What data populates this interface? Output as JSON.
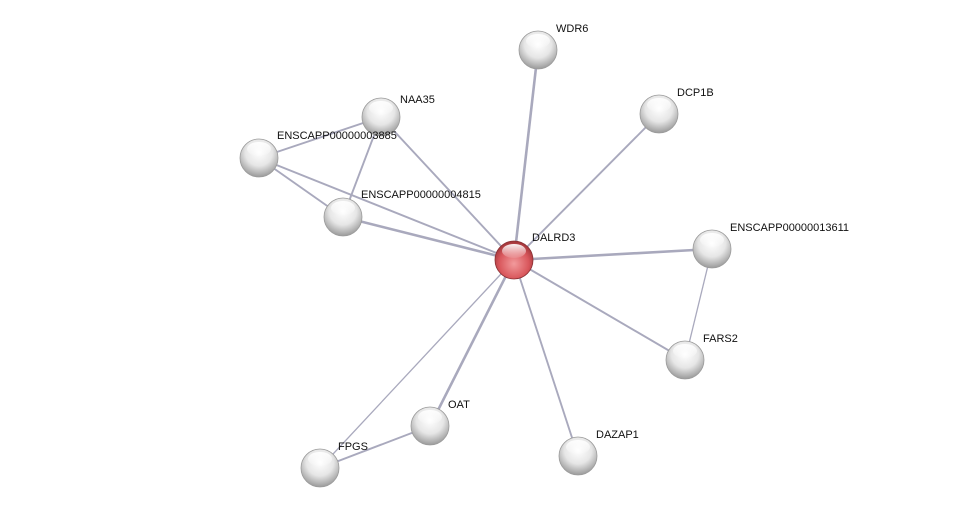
{
  "network": {
    "center_node": "DALRD3",
    "colors": {
      "center": "#d9575c",
      "node": "#e2e2e2",
      "edge": "#a9a9bd"
    },
    "nodes": [
      {
        "id": "DALRD3",
        "label": "DALRD3"
      },
      {
        "id": "WDR6",
        "label": "WDR6"
      },
      {
        "id": "DCP1B",
        "label": "DCP1B"
      },
      {
        "id": "NAA35",
        "label": "NAA35"
      },
      {
        "id": "E3885",
        "label": "ENSCAPP00000003885"
      },
      {
        "id": "E4815",
        "label": "ENSCAPP00000004815"
      },
      {
        "id": "E13611",
        "label": "ENSCAPP00000013611"
      },
      {
        "id": "FARS2",
        "label": "FARS2"
      },
      {
        "id": "DAZAP1",
        "label": "DAZAP1"
      },
      {
        "id": "OAT",
        "label": "OAT"
      },
      {
        "id": "FPGS",
        "label": "FPGS"
      }
    ],
    "edges": [
      {
        "from": "DALRD3",
        "to": "WDR6",
        "strength": 3
      },
      {
        "from": "DALRD3",
        "to": "DCP1B",
        "strength": 2
      },
      {
        "from": "DALRD3",
        "to": "NAA35",
        "strength": 2
      },
      {
        "from": "DALRD3",
        "to": "E3885",
        "strength": 2
      },
      {
        "from": "DALRD3",
        "to": "E4815",
        "strength": 3
      },
      {
        "from": "DALRD3",
        "to": "E13611",
        "strength": 3
      },
      {
        "from": "DALRD3",
        "to": "FARS2",
        "strength": 2
      },
      {
        "from": "DALRD3",
        "to": "DAZAP1",
        "strength": 2
      },
      {
        "from": "DALRD3",
        "to": "OAT",
        "strength": 3
      },
      {
        "from": "DALRD3",
        "to": "FPGS",
        "strength": 1
      },
      {
        "from": "NAA35",
        "to": "E3885",
        "strength": 2
      },
      {
        "from": "NAA35",
        "to": "E4815",
        "strength": 2
      },
      {
        "from": "E3885",
        "to": "E4815",
        "strength": 2
      },
      {
        "from": "E13611",
        "to": "FARS2",
        "strength": 1
      },
      {
        "from": "OAT",
        "to": "FPGS",
        "strength": 2
      }
    ]
  }
}
